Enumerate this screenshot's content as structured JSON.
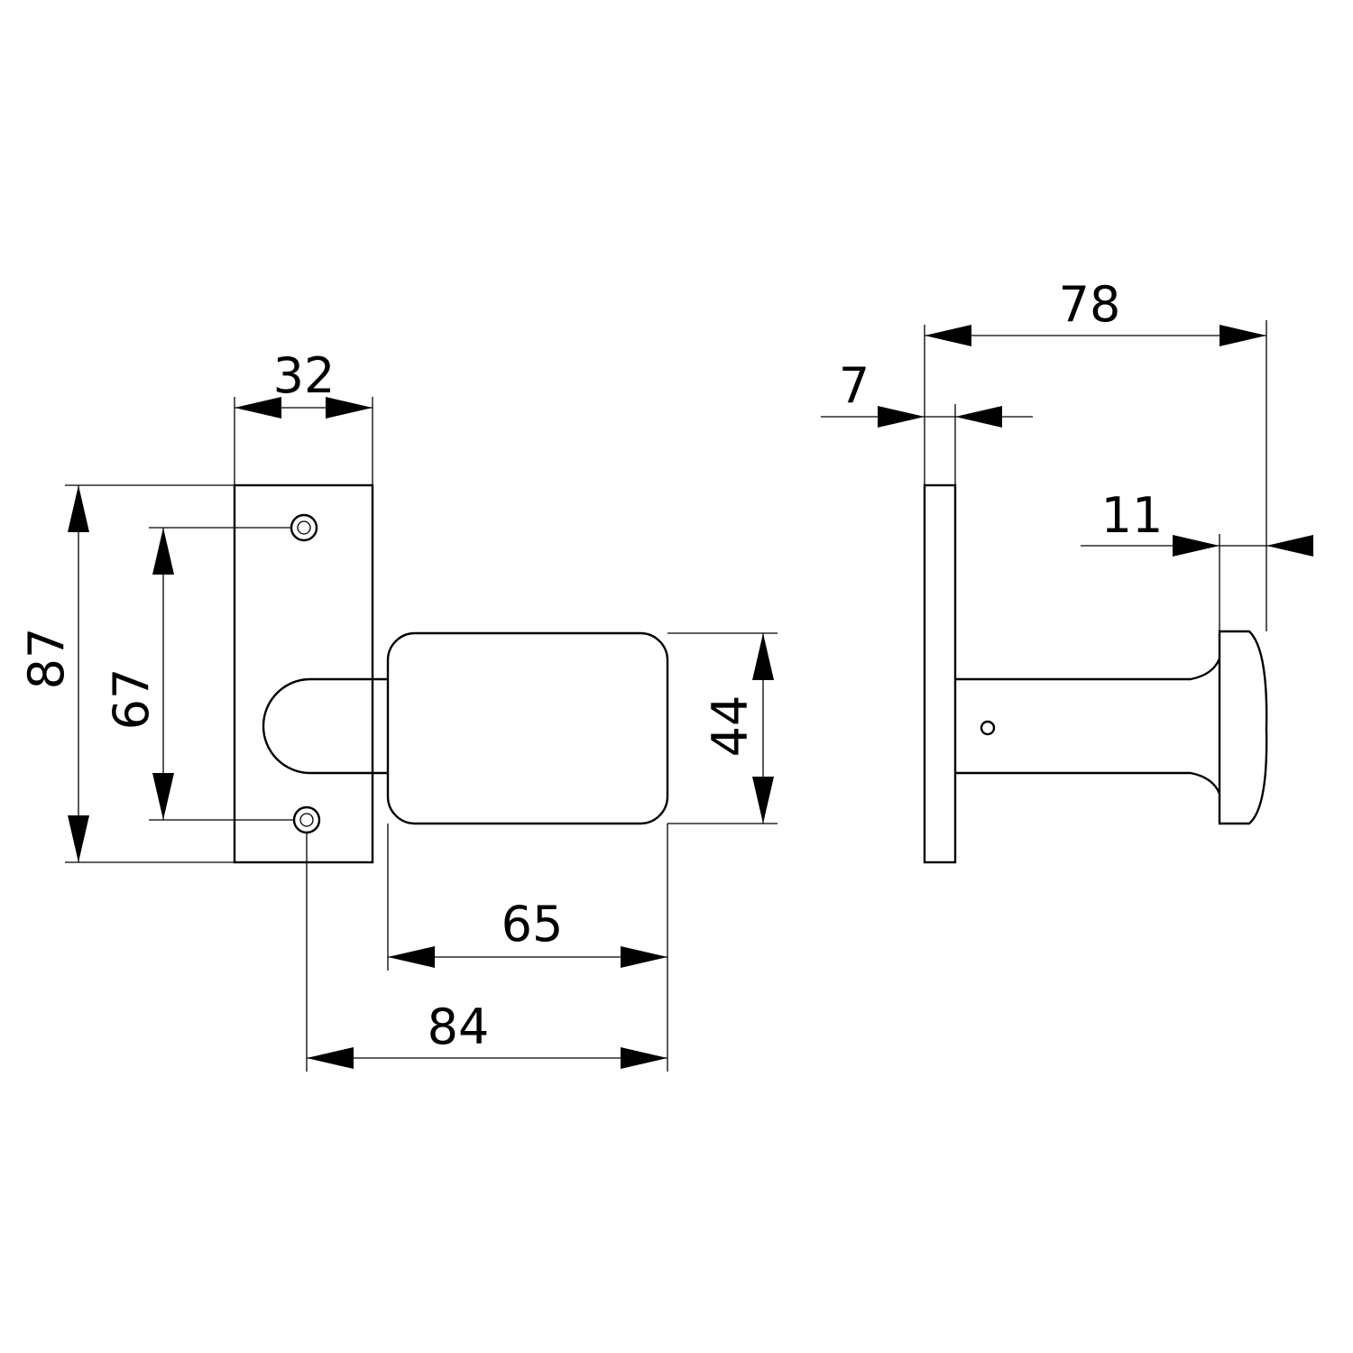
{
  "drawing": {
    "front_view": {
      "width_dim": "32",
      "height_dim": "87",
      "hole_spacing_dim": "67",
      "knob_height_dim": "44",
      "knob_length_dim": "65",
      "hole_to_knob_end_dim": "84"
    },
    "side_view": {
      "overall_projection_dim": "78",
      "plate_thickness_dim": "7",
      "knob_head_thickness_dim": "11"
    },
    "colors": {
      "line": "#000000",
      "background": "#ffffff"
    }
  }
}
